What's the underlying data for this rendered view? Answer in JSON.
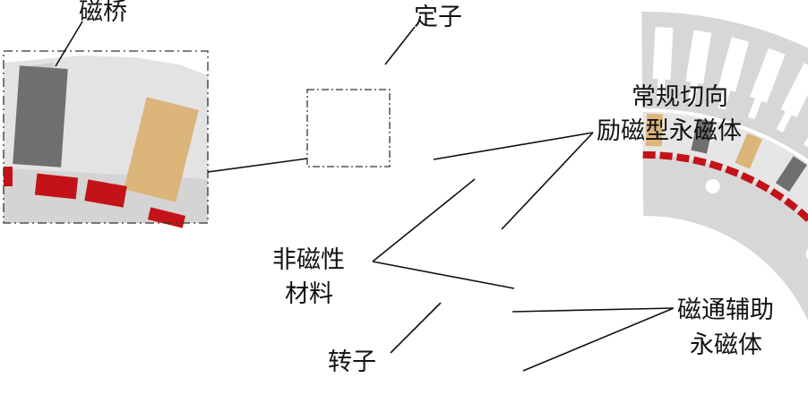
{
  "labels": {
    "magnetic_bridge": "磁桥",
    "stator": "定子",
    "tangential_magnet_line1": "常规切向",
    "tangential_magnet_line2": "励磁型永磁体",
    "nonmagnetic_line1": "非磁性",
    "nonmagnetic_line2": "材料",
    "rotor": "转子",
    "aux_magnet_line1": "磁通辅助",
    "aux_magnet_line2": "永磁体"
  },
  "colors": {
    "steel": "#d7d7d7",
    "steel_light": "#e6e6e6",
    "steel_edge": "#bdbdbd",
    "tangential_magnet_dark": "#6f6f6f",
    "tangential_magnet_tan": "#dcb57a",
    "aux_magnet_red": "#c41318",
    "leader_line": "#111111",
    "inset_border": "#333333"
  },
  "icons": {
    "magnet_dark": "dark-gray-rectangle",
    "magnet_tan": "tan-rectangle",
    "aux_magnet": "red-rectangle"
  }
}
